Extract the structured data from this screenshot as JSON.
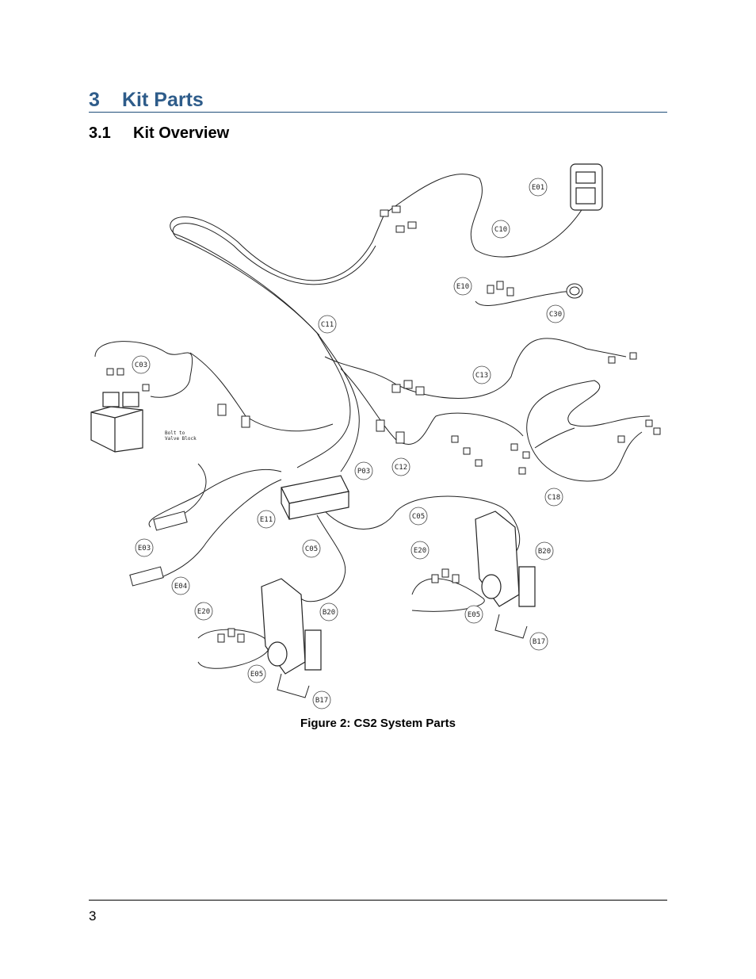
{
  "section": {
    "number": "3",
    "title": "Kit Parts"
  },
  "subsection": {
    "number": "3.1",
    "title": "Kit Overview"
  },
  "figure": {
    "caption": "Figure 2: CS2 System Parts",
    "labels": {
      "e01": "E01",
      "c10": "C10",
      "e10": "E10",
      "c30": "C30",
      "c11": "C11",
      "c03": "C03",
      "c13": "C13",
      "p03": "P03",
      "c12": "C12",
      "c18": "C18",
      "e11": "E11",
      "c05a": "C05",
      "c05b": "C05",
      "e03": "E03",
      "e04": "E04",
      "e20a": "E20",
      "b20a": "B20",
      "e05a": "E05",
      "e20b": "E20",
      "b20b": "B20",
      "e05b": "E05",
      "b17a": "B17",
      "b17b": "B17"
    },
    "note": {
      "line1": "Bolt to",
      "line2": "Valve Block"
    }
  },
  "footer": {
    "page": "3"
  }
}
